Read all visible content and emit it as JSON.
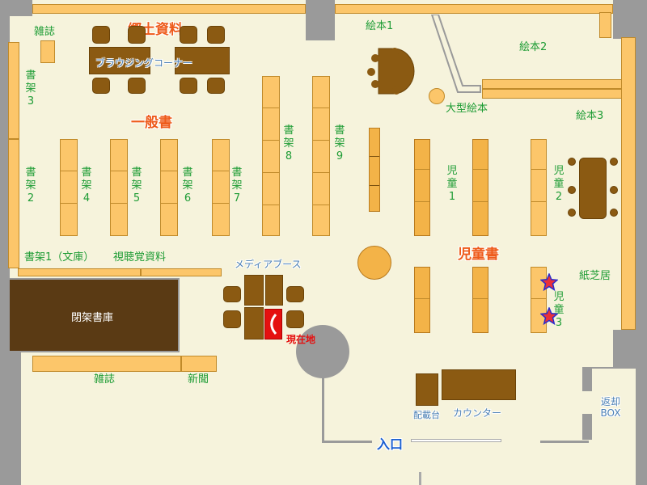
{
  "labels": {
    "local_history": "郷土資料",
    "magazines_top": "雑誌",
    "browsing_corner": "ブラウジングコーナー",
    "general_books": "一般書",
    "shelf_3": "書架3",
    "shelf_2": "書架2",
    "shelf_4": "書架4",
    "shelf_5": "書架5",
    "shelf_6": "書架6",
    "shelf_7": "書架7",
    "shelf_8": "書架8",
    "shelf_9": "書架9",
    "shelf_1_bunko": "書架1（文庫）",
    "audiovisual": "視聴覚資料",
    "closed_stacks": "閉架書庫",
    "magazines_bottom": "雑誌",
    "newspapers": "新聞",
    "media_booth": "メディアブース",
    "current_location": "現在地",
    "picture_books_1": "絵本1",
    "picture_books_2": "絵本2",
    "picture_books_3": "絵本3",
    "large_picture_books": "大型絵本",
    "children_1": "児童1",
    "children_2": "児童2",
    "children_3": "児童3",
    "children_books": "児童書",
    "kamishibai": "紙芝居",
    "display_stand": "配載台",
    "counter": "カウンター",
    "entrance": "入口",
    "return_box": "返却BOX"
  },
  "colors": {
    "background": "#f6f3dc",
    "wall": "#9a9a9a",
    "shelf": "#fcc66a",
    "shelf_children": "#f3b348",
    "furniture": "#8b5a12",
    "closed_stacks": "#5a3a14",
    "label_green": "#1e9c35",
    "label_orange": "#ee5a1a",
    "label_blue": "#4a7fb5",
    "entrance_blue": "#1a5fd0",
    "current_location": "#e51010",
    "star": "#e8303a"
  },
  "icons": {
    "star_marker": "star-icon",
    "current_marker": "current-location-marker"
  }
}
